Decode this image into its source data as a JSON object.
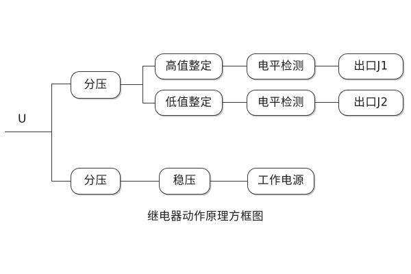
{
  "diagram": {
    "caption": "继电器动作原理方框图",
    "input_label": "U",
    "colors": {
      "line": "#3a3a3a",
      "shadow": "#c9c9c9",
      "text": "#1c1c1c",
      "background": "#ffffff"
    },
    "nodes": [
      {
        "id": "divider-top",
        "label": "分压"
      },
      {
        "id": "high-set",
        "label": "高值整定"
      },
      {
        "id": "low-set",
        "label": "低值整定"
      },
      {
        "id": "level-detect-1",
        "label": "电平检测"
      },
      {
        "id": "level-detect-2",
        "label": "电平检测"
      },
      {
        "id": "output-j1",
        "label": "出口J1"
      },
      {
        "id": "output-j2",
        "label": "出口J2"
      },
      {
        "id": "divider-bottom",
        "label": "分压"
      },
      {
        "id": "regulator",
        "label": "稳压"
      },
      {
        "id": "working-supply",
        "label": "工作电源"
      }
    ]
  }
}
